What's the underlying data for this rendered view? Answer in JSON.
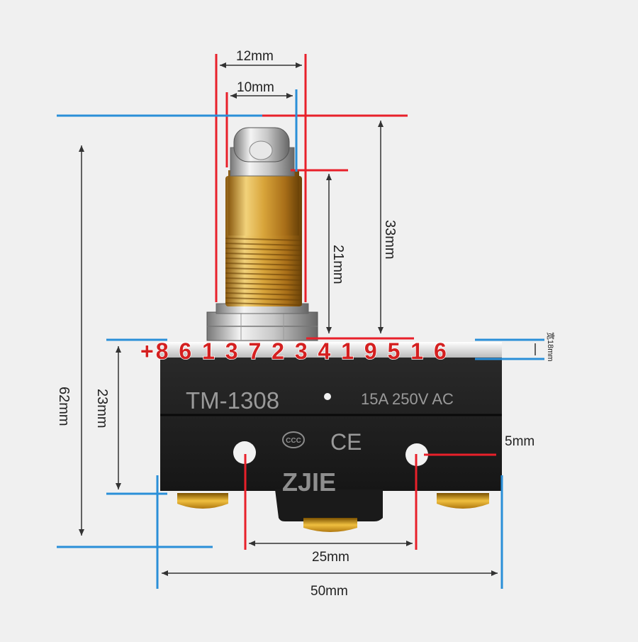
{
  "dimensions": {
    "top_width": "12mm",
    "roller_width": "10mm",
    "overall_height": "62mm",
    "plunger_height": "33mm",
    "thread_length": "21mm",
    "body_height": "23mm",
    "plate_thickness": "宽18mm",
    "hole_diameter": "5mm",
    "hole_spacing": "25mm",
    "body_width": "50mm"
  },
  "product": {
    "model": "TM-1308",
    "rating": "15A 250V AC",
    "brand": "ZJIE",
    "ccc_mark": "CCC",
    "ce_mark": "CE"
  },
  "overlay_phone": "+8 6 1 3 7 2 3 4 1 9 5 1 6",
  "colors": {
    "background": "#f0f0f0",
    "dim_red": "#e8202a",
    "dim_blue": "#2a8fd8",
    "dim_line": "#333333",
    "body": "#1c1c1c",
    "brass": "#c8961e",
    "overlay_text": "#d42020"
  }
}
